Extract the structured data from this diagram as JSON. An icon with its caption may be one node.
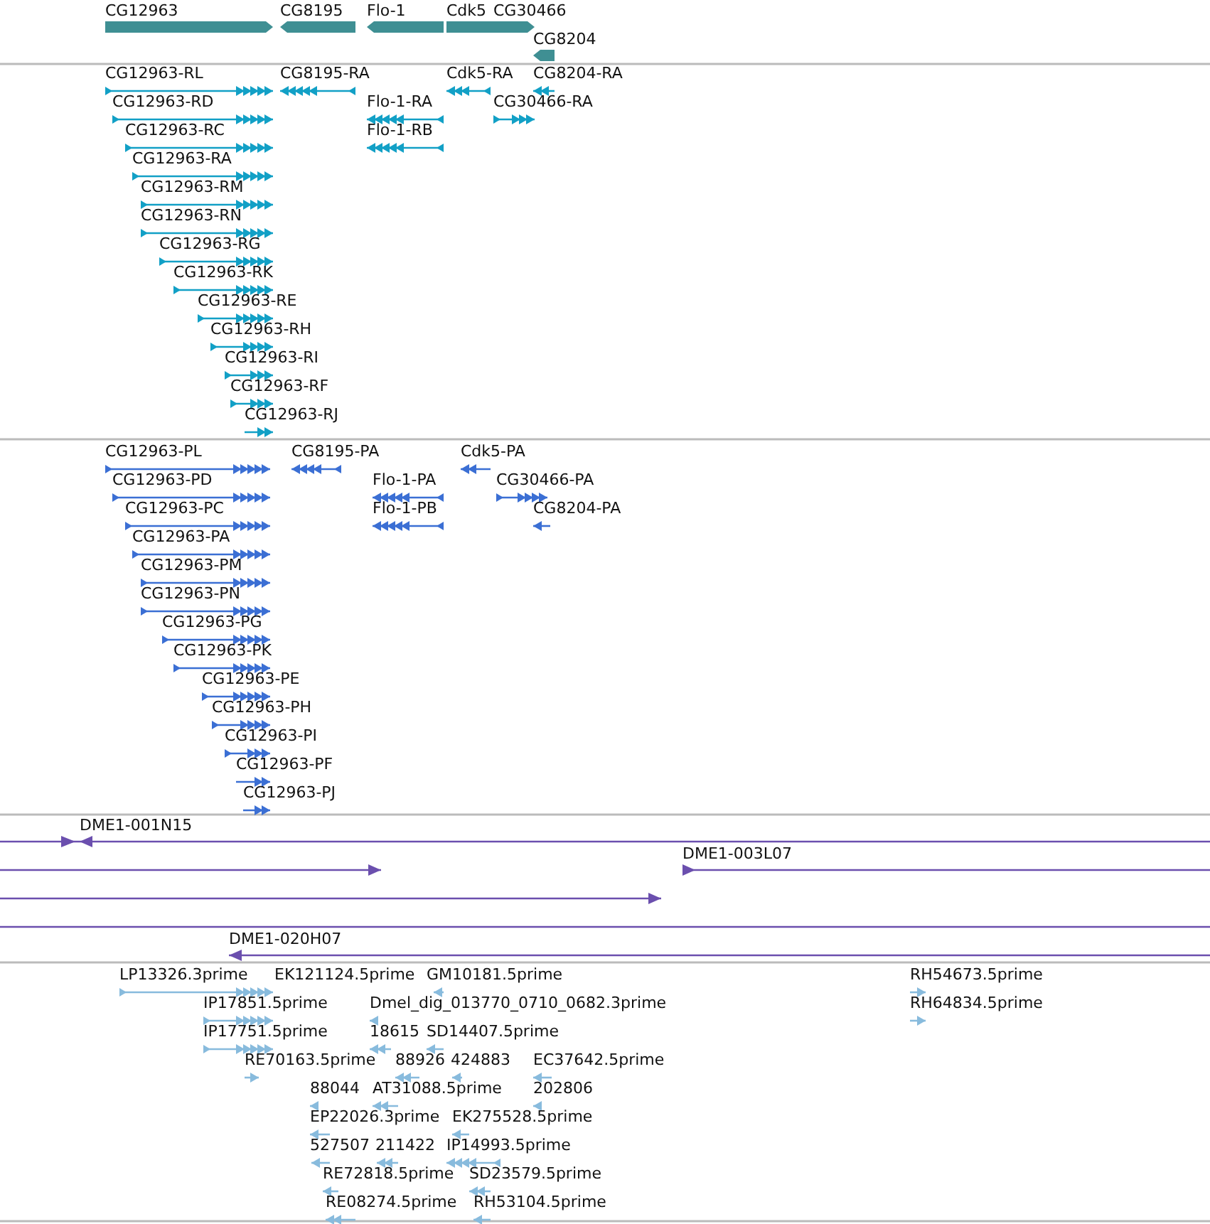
{
  "diagram": {
    "labels": [
      "CG12963",
      "CG8195",
      "Flo-1",
      "Cdk5",
      "CG30466",
      "CG8204",
      "CG12963-RL",
      "CG8195-RA",
      "Cdk5-RA",
      "CG8204-RA",
      "CG12963-RD",
      "Flo-1-RA",
      "CG30466-RA",
      "CG12963-RC",
      "Flo-1-RB",
      "CG12963-RA",
      "CG12963-RM",
      "CG12963-RN",
      "CG12963-RG",
      "CG12963-RK",
      "CG12963-RE",
      "CG12963-RH",
      "CG12963-RI",
      "CG12963-RF",
      "CG12963-RJ",
      "CG12963-PL",
      "CG8195-PA",
      "Cdk5-PA",
      "CG12963-PD",
      "Flo-1-PA",
      "CG30466-PA",
      "CG12963-PC",
      "Flo-1-PB",
      "CG8204-PA",
      "CG12963-PA",
      "CG12963-PM",
      "CG12963-PN",
      "CG12963-PG",
      "CG12963-PK",
      "CG12963-PE",
      "CG12963-PH",
      "CG12963-PI",
      "CG12963-PF",
      "CG12963-PJ",
      "DME1-001N15",
      "DME1-003L07",
      "DME1-020H07",
      "LP13326.3prime",
      "EK121124.5prime",
      "GM10181.5prime",
      "RH54673.5prime",
      "IP17851.5prime",
      "Dmel_dig_013770_0710_0682.3prime",
      "RH64834.5prime",
      "IP17751.5prime",
      "18615",
      "SD14407.5prime",
      "RE70163.5prime",
      "88926",
      "424883",
      "EC37642.5prime",
      "88044",
      "AT31088.5prime",
      "202806",
      "EP22026.3prime",
      "EK275528.5prime",
      "527507",
      "211422",
      "IP14993.5prime",
      "RE72818.5prime",
      "SD23579.5prime",
      "RE08274.5prime",
      "RH53104.5prime"
    ]
  }
}
